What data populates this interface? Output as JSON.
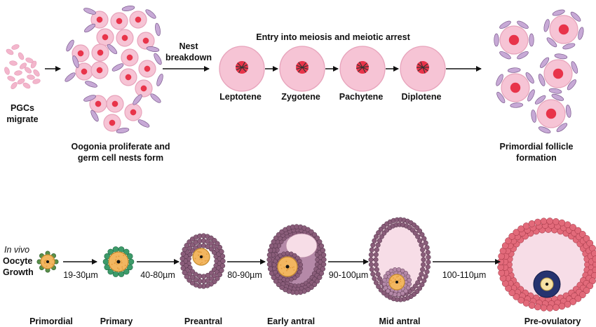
{
  "colors": {
    "cell_fill": "#f6c4d5",
    "cell_ring": "#e7a3bb",
    "nucleus": "#e8344a",
    "granulosa_flat": "#c7a9d6",
    "granulosa_flat_edge": "#7b5a8d",
    "oocyte_yolk": "#f2b660",
    "oocyte_edge": "#c48a2e",
    "cuboidal_green": "#3d9b6a",
    "granulosa_cluster": "#8a5d7a",
    "granulosa_light": "#b589a8",
    "antrum": "#f7dde7",
    "theca_red": "#e26a7a",
    "cumulus_blue": "#26336f",
    "arrow": "#111111"
  },
  "top_row": {
    "pgc_label": [
      "PGCs",
      "migrate"
    ],
    "nest_label": [
      "Oogonia proliferate and",
      "germ cell nests form"
    ],
    "nest_breakdown": [
      "Nest",
      "breakdown"
    ],
    "meiosis_title": "Entry into meiosis and meiotic arrest",
    "stages": [
      "Leptotene",
      "Zygotene",
      "Pachytene",
      "Diplotene"
    ],
    "primordial_formation": [
      "Primordial follicle",
      "formation"
    ]
  },
  "bottom_row": {
    "in_vivo": "In vivo",
    "oocyte_growth": [
      "Oocyte",
      "Growth"
    ],
    "sizes": [
      "19-30µm",
      "40-80µm",
      "80-90µm",
      "90-100µm",
      "100-110µm"
    ],
    "stages": [
      "Primordial",
      "Primary",
      "Preantral",
      "Early antral",
      "Mid antral",
      "Pre-ovulatory"
    ]
  }
}
